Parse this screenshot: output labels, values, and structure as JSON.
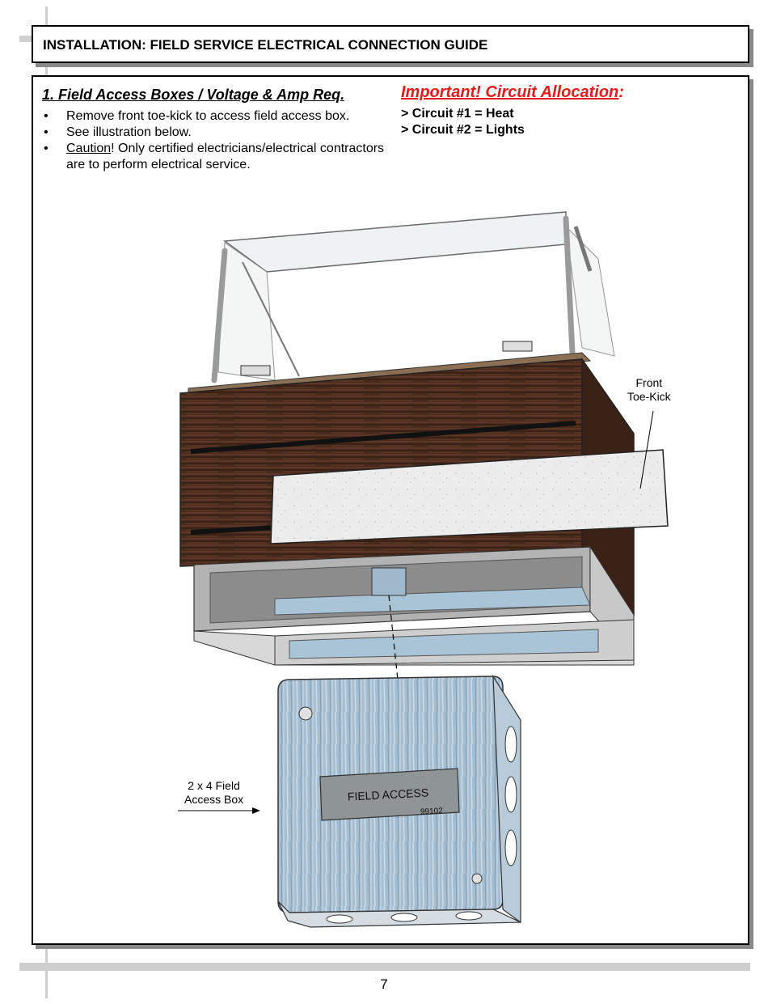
{
  "header": {
    "title": "INSTALLATION: FIELD SERVICE ELECTRICAL CONNECTION GUIDE"
  },
  "section": {
    "title": "1. Field Access Boxes / Voltage & Amp Req.",
    "bullets": {
      "b1": "Remove front toe-kick to access field access box.",
      "b2": "See illustration below.",
      "b3_underlined": "Caution",
      "b3_rest": "! Only certified electricians/electrical contractors are to perform electrical service."
    }
  },
  "important": {
    "title_main": "Important! Circuit Allocation",
    "title_suffix": ":",
    "circuit1": "> Circuit #1 = Heat",
    "circuit2": "> Circuit #2 = Lights"
  },
  "callouts": {
    "toe_kick_line1": "Front",
    "toe_kick_line2": "Toe-Kick",
    "access_box_line1": "2 x 4 Field",
    "access_box_line2": "Access  Box"
  },
  "box_label": {
    "text": "FIELD ACCESS",
    "number": "99102"
  },
  "colors": {
    "accent_red": "#e41b1b",
    "wood": "#4a2a1c",
    "steel": "#9fb8cc"
  },
  "page": {
    "number": "7"
  }
}
